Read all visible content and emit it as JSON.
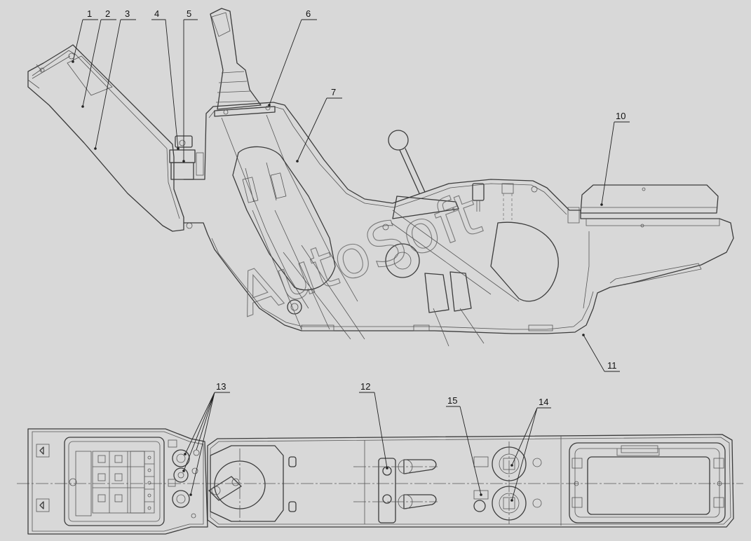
{
  "watermark": {
    "text": "AutoSoft"
  },
  "callouts": [
    {
      "id": "1",
      "label": "1"
    },
    {
      "id": "2",
      "label": "2"
    },
    {
      "id": "3",
      "label": "3"
    },
    {
      "id": "4",
      "label": "4"
    },
    {
      "id": "5",
      "label": "5"
    },
    {
      "id": "6",
      "label": "6"
    },
    {
      "id": "7",
      "label": "7"
    },
    {
      "id": "10",
      "label": "10"
    },
    {
      "id": "11",
      "label": "11"
    },
    {
      "id": "12",
      "label": "12"
    },
    {
      "id": "13",
      "label": "13"
    },
    {
      "id": "14",
      "label": "14"
    },
    {
      "id": "15",
      "label": "15"
    }
  ],
  "colors": {
    "background": "#d8d8d8",
    "line": "#3c3c3c",
    "text": "#111111"
  }
}
